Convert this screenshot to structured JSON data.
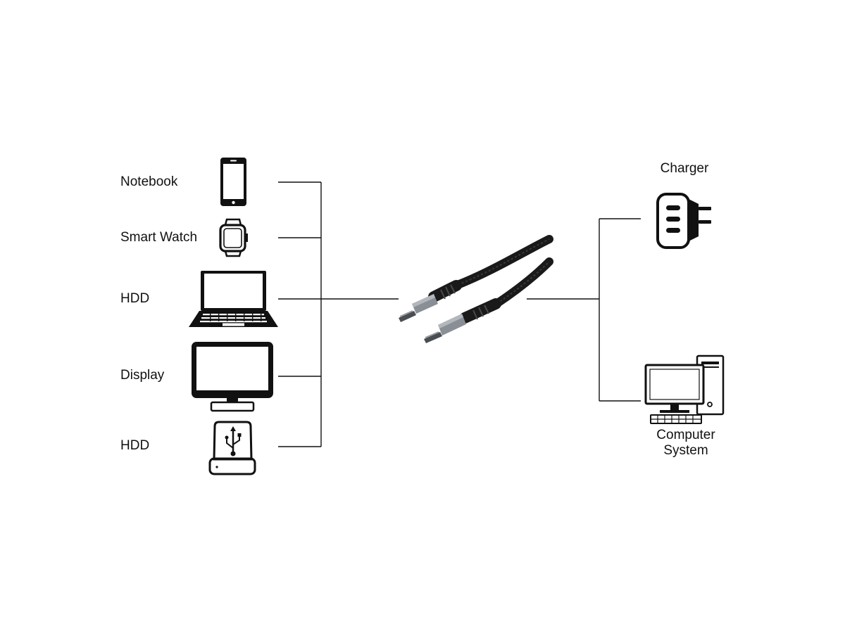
{
  "left_devices": [
    {
      "label": "Notebook",
      "icon": "smartphone-icon"
    },
    {
      "label": "Smart Watch",
      "icon": "smartwatch-icon"
    },
    {
      "label": "HDD",
      "icon": "laptop-icon"
    },
    {
      "label": "Display",
      "icon": "monitor-icon"
    },
    {
      "label": "HDD",
      "icon": "usb-drive-icon"
    }
  ],
  "right_devices": [
    {
      "label": "Charger",
      "icon": "charger-icon"
    },
    {
      "label_line1": "Computer",
      "label_line2": "System",
      "icon": "desktop-computer-icon"
    }
  ],
  "center": {
    "icon": "usb-c-cable-icon"
  },
  "colors": {
    "line": "#111111",
    "cable": "#1a1a1a",
    "connector": "#8a8f96"
  }
}
